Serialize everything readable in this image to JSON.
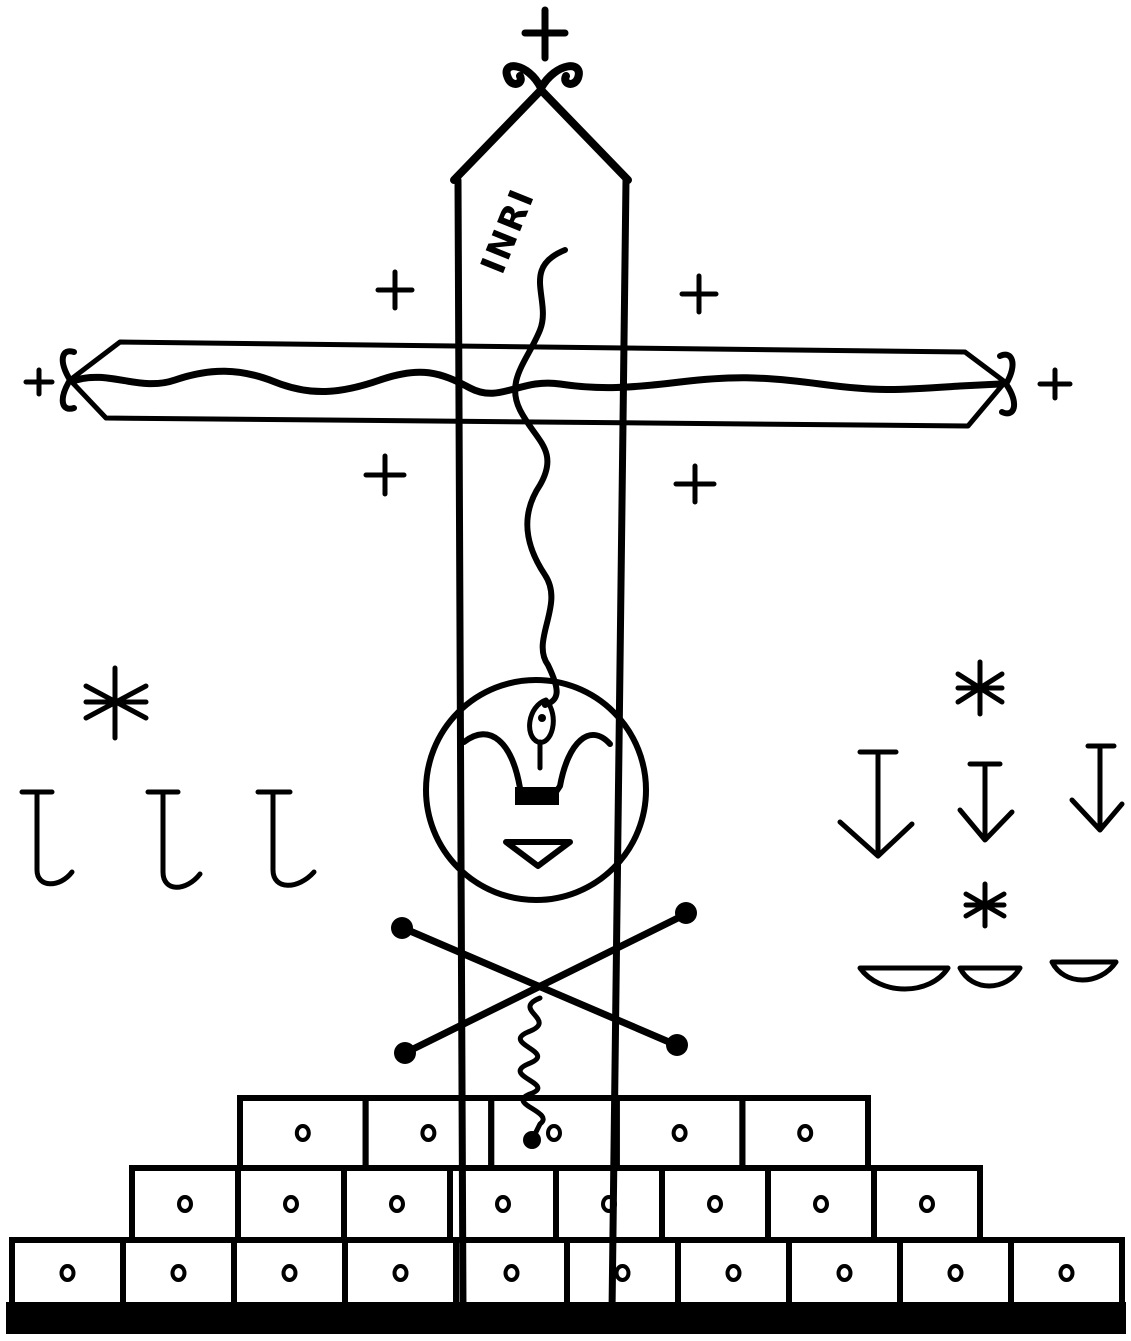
{
  "veve": {
    "inscription": "INRI",
    "ink_color": "#000000",
    "paper_color": "#ffffff",
    "cross_marks": 8,
    "pyramid_rows": [
      5,
      8,
      10
    ]
  }
}
